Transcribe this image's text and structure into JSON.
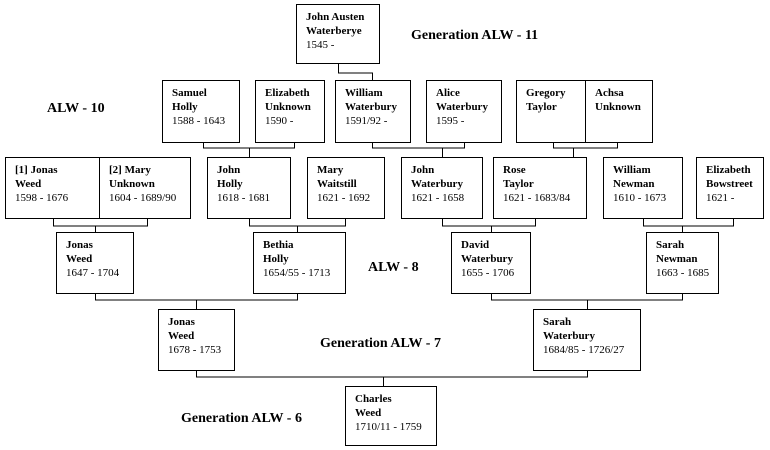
{
  "generations": {
    "g11": "Generation ALW - 11",
    "g10": "ALW - 10",
    "g8": "ALW - 8",
    "g7": "Generation ALW - 7",
    "g6": "Generation ALW - 6"
  },
  "people": {
    "john_austen": {
      "line1": "John Austen",
      "line2": "Waterberye",
      "dates": "1545 -"
    },
    "samuel_holly": {
      "line1": "Samuel",
      "line2": "Holly",
      "dates": "1588 - 1643"
    },
    "elizabeth_unknown": {
      "line1": "Elizabeth",
      "line2": "Unknown",
      "dates": "1590 -"
    },
    "william_waterbury": {
      "line1": "William",
      "line2": "Waterbury",
      "dates": "1591/92 -"
    },
    "alice_waterbury": {
      "line1": "Alice",
      "line2": "Waterbury",
      "dates": "1595 -"
    },
    "gregory_taylor": {
      "line1": "Gregory",
      "line2": "Taylor",
      "dates": ""
    },
    "achsa_unknown": {
      "line1": "Achsa",
      "line2": "Unknown",
      "dates": ""
    },
    "jonas_weed_1": {
      "line1": "[1] Jonas",
      "line2": "Weed",
      "dates": "1598 - 1676"
    },
    "mary_unknown": {
      "line1": "[2] Mary",
      "line2": "Unknown",
      "dates": "1604 - 1689/90"
    },
    "john_holly": {
      "line1": "John",
      "line2": "Holly",
      "dates": "1618 - 1681"
    },
    "mary_waitstill": {
      "line1": "Mary",
      "line2": "Waitstill",
      "dates": "1621 - 1692"
    },
    "john_waterbury": {
      "line1": "John",
      "line2": "Waterbury",
      "dates": "1621 - 1658"
    },
    "rose_taylor": {
      "line1": "Rose",
      "line2": "Taylor",
      "dates": "1621 - 1683/84"
    },
    "william_newman": {
      "line1": "William",
      "line2": "Newman",
      "dates": "1610 - 1673"
    },
    "elizabeth_bowstreet": {
      "line1": "Elizabeth",
      "line2": "Bowstreet",
      "dates": "1621 -"
    },
    "jonas_weed_2": {
      "line1": "Jonas",
      "line2": "Weed",
      "dates": "1647 - 1704"
    },
    "bethia_holly": {
      "line1": "Bethia",
      "line2": "Holly",
      "dates": "1654/55 - 1713"
    },
    "david_waterbury": {
      "line1": "David",
      "line2": "Waterbury",
      "dates": "1655 - 1706"
    },
    "sarah_newman": {
      "line1": "Sarah",
      "line2": "Newman",
      "dates": "1663 - 1685"
    },
    "jonas_weed_3": {
      "line1": "Jonas",
      "line2": "Weed",
      "dates": "1678 - 1753"
    },
    "sarah_waterbury": {
      "line1": "Sarah",
      "line2": "Waterbury",
      "dates": "1684/85 - 1726/27"
    },
    "charles_weed": {
      "line1": "Charles",
      "line2": "Weed",
      "dates": "1710/11 - 1759"
    }
  }
}
